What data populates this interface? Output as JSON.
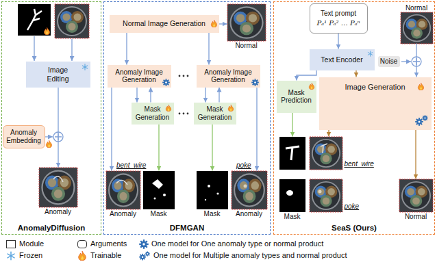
{
  "diagram": {
    "nodes": [
      {
        "text": [
          "AnomalyDiffusion"
        ]
      },
      {
        "text": [
          "Image Editing"
        ],
        "in": 0
      },
      {
        "text": [
          "Anomaly Embedding"
        ],
        "in": 0
      },
      {
        "text": [
          "Anomaly"
        ],
        "in": 0
      },
      {
        "text": [
          "DFMGAN"
        ]
      },
      {
        "text": [
          "Normal Image Generation"
        ],
        "in": 4
      },
      {
        "text": [
          "Normal"
        ],
        "in": 4
      },
      {
        "text": [
          "Anomaly Image Generation"
        ],
        "in": 4
      },
      {
        "text": [
          "Anomaly Image Generation"
        ],
        "in": 4
      },
      {
        "text": [
          "Mask Generation"
        ],
        "in": 4
      },
      {
        "text": [
          "Mask Generation"
        ],
        "in": 4
      },
      {
        "text": [
          "Anomaly"
        ],
        "in": 4
      },
      {
        "text": [
          "Mask"
        ],
        "in": 4
      },
      {
        "text": [
          "Mask"
        ],
        "in": 4
      },
      {
        "text": [
          "Anomaly"
        ],
        "in": 4
      },
      {
        "text": [
          "SeaS (Ours)"
        ]
      },
      {
        "text": [
          "Text prompt",
          "Pₐ¹ Pₐ² … Pₐⁿ"
        ],
        "in": 15
      },
      {
        "text": [
          "Text Encoder"
        ],
        "in": 15
      },
      {
        "text": [
          "Noise"
        ],
        "in": 15
      },
      {
        "text": [
          "Normal"
        ],
        "in": 15
      },
      {
        "text": [
          "Mask Prediction"
        ],
        "in": 15
      },
      {
        "text": [
          "Image Generation"
        ],
        "in": 15
      },
      {
        "text": [
          "Mask"
        ],
        "in": 15
      },
      {
        "text": [
          "bent_wire",
          "poke"
        ],
        "in": 15
      },
      {
        "text": [
          "Normal"
        ],
        "in": 15
      }
    ],
    "edges": [
      {
        "from": 1,
        "to": 3,
        "arrow": "to"
      },
      {
        "from": 5,
        "to": 6,
        "arrow": "to"
      },
      {
        "from": 5,
        "to": 7,
        "arrow": "to"
      },
      {
        "from": 5,
        "to": 8,
        "arrow": "to"
      },
      {
        "from": 7,
        "to": 9,
        "arrow": "to"
      },
      {
        "from": 9,
        "to": 7,
        "arrow": "to"
      },
      {
        "from": 8,
        "to": 10,
        "arrow": "to"
      },
      {
        "from": 10,
        "to": 8,
        "arrow": "to"
      },
      {
        "from": 7,
        "to": 11,
        "arrow": "to"
      },
      {
        "from": 9,
        "to": 12,
        "arrow": "to"
      },
      {
        "from": 10,
        "to": 13,
        "arrow": "to"
      },
      {
        "from": 8,
        "to": 14,
        "arrow": "to"
      },
      {
        "from": 16,
        "to": 17,
        "arrow": "to"
      },
      {
        "from": 17,
        "to": 20,
        "arrow": "to"
      },
      {
        "from": 17,
        "to": 21,
        "arrow": "to"
      },
      {
        "from": 19,
        "to": 21,
        "arrow": "to"
      },
      {
        "from": 20,
        "to": 22,
        "arrow": "to"
      },
      {
        "from": 21,
        "to": 23,
        "arrow": "to"
      },
      {
        "from": 21,
        "to": 24,
        "arrow": "to"
      }
    ],
    "labels": [
      "bent_wire",
      "poke"
    ],
    "legend": [
      {
        "text": "Module"
      },
      {
        "text": "Arguments"
      },
      {
        "text": "One model for One anomaly type or normal product"
      },
      {
        "text": "Frozen"
      },
      {
        "text": "Trainable"
      },
      {
        "text": "One model for Multiple anomaly types and normal product"
      }
    ]
  }
}
